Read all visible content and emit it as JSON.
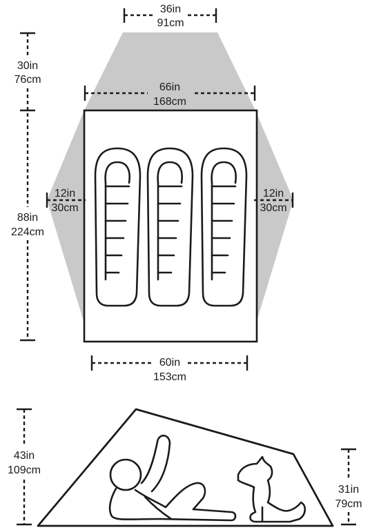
{
  "floor_plan": {
    "top_vestibule_width": {
      "imperial": "36in",
      "metric": "91cm"
    },
    "floor_head_width": {
      "imperial": "66in",
      "metric": "168cm"
    },
    "floor_foot_width": {
      "imperial": "60in",
      "metric": "153cm"
    },
    "vestibule_depth": {
      "imperial": "30in",
      "metric": "76cm"
    },
    "floor_length": {
      "imperial": "88in",
      "metric": "224cm"
    },
    "side_left": {
      "imperial": "12in",
      "metric": "30cm"
    },
    "side_right": {
      "imperial": "12in",
      "metric": "30cm"
    }
  },
  "side_profile": {
    "peak_height": {
      "imperial": "43in",
      "metric": "109cm"
    },
    "foot_height": {
      "imperial": "31in",
      "metric": "79cm"
    }
  },
  "colors": {
    "fly_fill": "#c9c9c9",
    "line": "#1a1a1a",
    "background": "#ffffff"
  }
}
